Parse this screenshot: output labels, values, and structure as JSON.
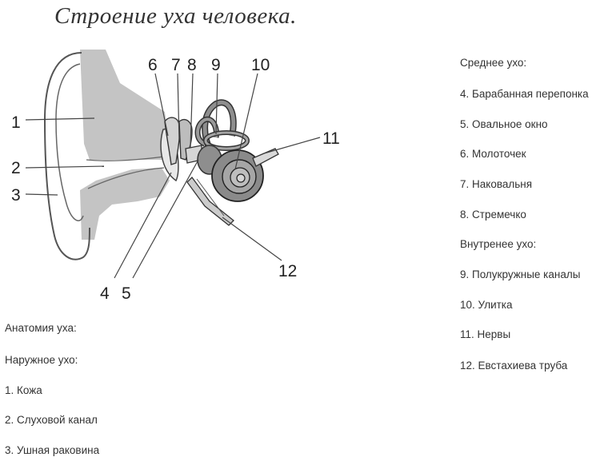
{
  "title": "Строение уха человека.",
  "callouts": [
    "1",
    "2",
    "3",
    "4",
    "5",
    "6",
    "7",
    "8",
    "9",
    "10",
    "11",
    "12"
  ],
  "left_legend": {
    "heading": "Анатомия уха:",
    "group": "Наружное ухо:",
    "items": [
      "1. Кожа",
      "2. Слуховой канал",
      "3. Ушная раковина"
    ]
  },
  "right_legend": {
    "middle_heading": "Среднее ухо:",
    "middle_items": [
      "4. Барабанная перепонка",
      "5. Овальное окно",
      "6. Молоточек",
      "7. Наковальня",
      "8. Стремечко"
    ],
    "inner_heading": "Внутренее ухо:",
    "inner_items": [
      "9. Полукружные каналы",
      "10. Улитка",
      "11. Нервы",
      "12. Евстахиева труба"
    ]
  }
}
